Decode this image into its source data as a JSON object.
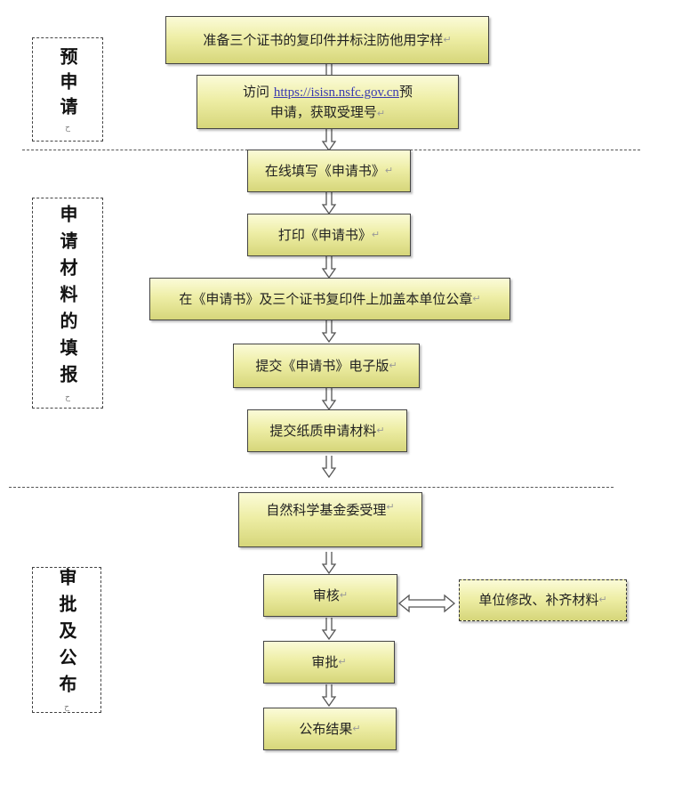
{
  "sections": [
    {
      "label": "预申请",
      "chars": [
        "预",
        "申",
        "请"
      ]
    },
    {
      "label": "申请材料的填报",
      "chars": [
        "申",
        "请",
        "材",
        "料",
        "的",
        "填",
        "报"
      ]
    },
    {
      "label": "审批及公布",
      "chars": [
        "审",
        "批",
        "及",
        "公",
        "布"
      ]
    }
  ],
  "steps": {
    "s1": "准备三个证书的复印件并标注防他用字样",
    "s2_prefix": "访问",
    "s2_url": "https://isisn.nsfc.gov.cn",
    "s2_suffix1": "预",
    "s2_suffix2": "申请，获取受理号",
    "s3": "在线填写《申请书》",
    "s4": "打印《申请书》",
    "s5": "在《申请书》及三个证书复印件上加盖本单位公章",
    "s6": "提交《申请书》电子版",
    "s7": "提交纸质申请材料",
    "s8": "自然科学基金委受理",
    "s9": "审核",
    "s10": "审批",
    "s11": "公布结果",
    "side": "单位修改、补齐材料"
  },
  "paragraph_mark": "↵",
  "section_mark": "ح"
}
